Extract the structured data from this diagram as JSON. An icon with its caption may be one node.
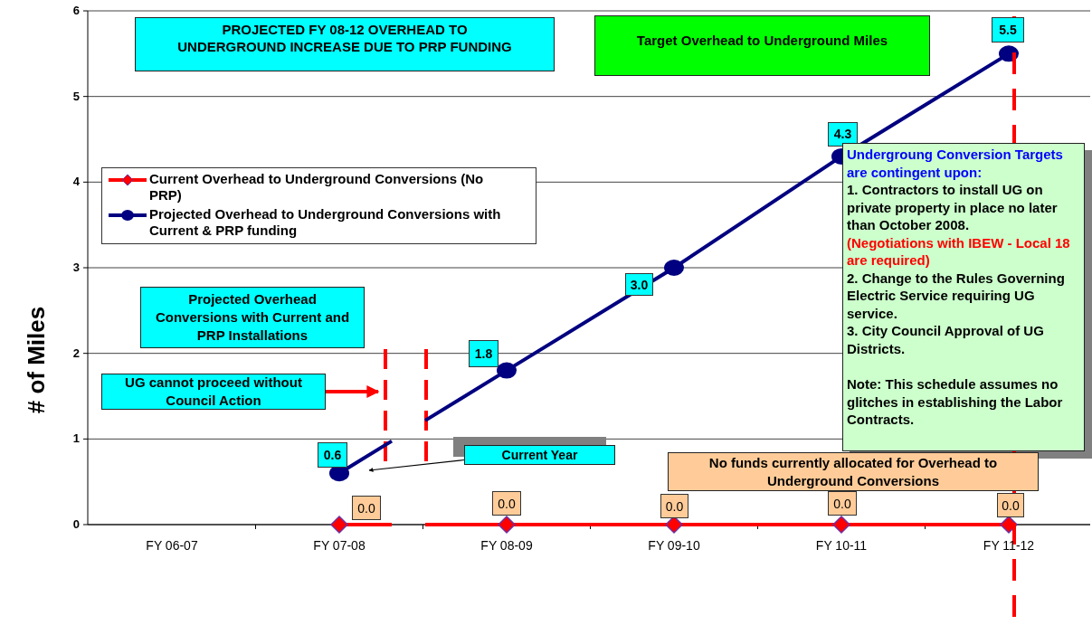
{
  "diagram": {
    "nodes": [
      {
        "text": [
          "PROJECTED FY 08-12 OVERHEAD TO UNDERGROUND INCREASE DUE TO PRP FUNDING"
        ]
      },
      {
        "text": [
          "Target Overhead to Underground Miles"
        ]
      },
      {
        "text": [
          "Projected Overhead Conversions with Current and PRP Installations"
        ]
      },
      {
        "text": [
          "UG cannot proceed without Council Action"
        ]
      },
      {
        "text": [
          "Current Year"
        ]
      },
      {
        "text": [
          "Undergroung Conversion Targets are contingent upon:",
          "1. Contractors to install UG on private property in place no later than October 2008.",
          "(Negotiations with IBEW - Local 18 are required)",
          "2. Change to the Rules Governing Electric Service requiring UG service.",
          "3. City Council Approval of UG Districts.",
          "Note: This schedule assumes no glitches in establishing the Labor Contracts."
        ]
      },
      {
        "text": [
          "No funds currently allocated for Overhead to Underground Conversions"
        ]
      }
    ],
    "edges": [
      {
        "from": 3,
        "to": null,
        "arrow": "to",
        "style": "thick",
        "color": "#ff0000"
      },
      {
        "from": 4,
        "to": null,
        "arrow": "to",
        "color": "#000000"
      }
    ],
    "chart_data": {
      "type": "line",
      "ylabel": "# of Miles",
      "categories": [
        "FY 06-07",
        "FY 07-08",
        "FY 08-09",
        "FY 09-10",
        "FY 10-11",
        "FY 11-12"
      ],
      "series": [
        {
          "name": "Current Overhead to Underground Conversions (No PRP)",
          "color": "#ff0000",
          "marker": "diamond",
          "values": [
            null,
            0,
            0,
            0,
            0,
            0
          ],
          "value_labels": [
            null,
            "0.0",
            "0.0",
            "0.0",
            "0.0",
            "0.0"
          ]
        },
        {
          "name": "Projected Overhead to Underground Conversions with Current & PRP funding",
          "color": "#000080",
          "marker": "circle",
          "values": [
            null,
            0.6,
            1.8,
            3.0,
            4.3,
            5.5
          ],
          "value_labels": [
            null,
            "0.6",
            "1.8",
            "3.0",
            "4.3",
            "5.5"
          ]
        }
      ],
      "ylim": [
        0,
        6
      ],
      "yticks": [
        0,
        1,
        2,
        3,
        4,
        5,
        6
      ],
      "ref_lines": [
        {
          "axis": "x",
          "value": "FY 11-12",
          "color": "#ff0000"
        }
      ],
      "grid": true,
      "legend": true,
      "data_labels": true
    }
  }
}
